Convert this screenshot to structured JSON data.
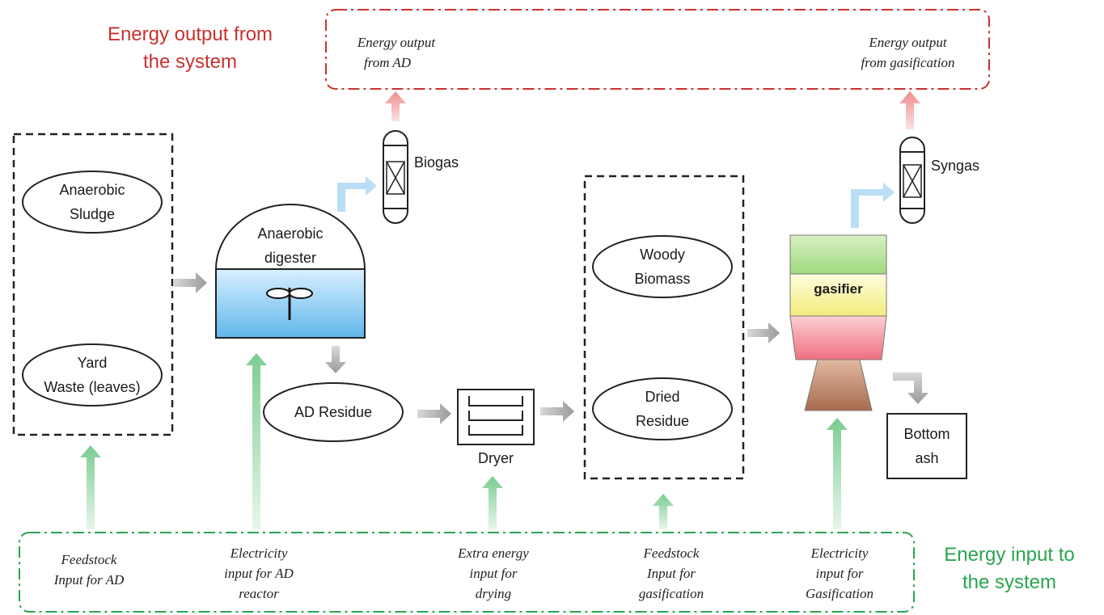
{
  "output_box": {
    "title_line1": "Energy output from",
    "title_line2": "the system",
    "ad_line1": "Energy output",
    "ad_line2": "from AD",
    "gas_line1": "Energy output",
    "gas_line2": "from gasification"
  },
  "input_box": {
    "title_line1": "Energy input to",
    "title_line2": "the system",
    "items": [
      {
        "l1": "Feedstock",
        "l2": "Input for AD",
        "l3": ""
      },
      {
        "l1": "Electricity",
        "l2": "input for AD",
        "l3": "reactor"
      },
      {
        "l1": "Extra energy",
        "l2": "input for",
        "l3": "drying"
      },
      {
        "l1": "Feedstock",
        "l2": "Input for",
        "l3": "gasification"
      },
      {
        "l1": "Electricity",
        "l2": "input for",
        "l3": "Gasification"
      }
    ]
  },
  "nodes": {
    "anaerobic_sludge": {
      "l1": "Anaerobic",
      "l2": "Sludge"
    },
    "yard_waste": {
      "l1": "Yard",
      "l2": "Waste (leaves)"
    },
    "digester": {
      "l1": "Anaerobic",
      "l2": "digester"
    },
    "biogas": "Biogas",
    "ad_residue": "AD Residue",
    "dryer": "Dryer",
    "woody_biomass": {
      "l1": "Woody",
      "l2": "Biomass"
    },
    "dried_residue": {
      "l1": "Dried",
      "l2": "Residue"
    },
    "gasifier": "gasifier",
    "syngas": "Syngas",
    "bottom_ash": {
      "l1": "Bottom",
      "l2": "ash"
    }
  },
  "colors": {
    "output_red": "#c8322f",
    "input_green": "#2aa44f",
    "flow_gray": "#a6a6a6",
    "gas_blue": "#8ec9ee",
    "water_blue": "#5fb6ea"
  }
}
